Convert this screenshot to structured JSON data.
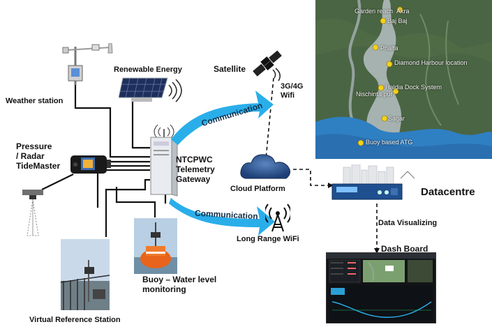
{
  "labels": {
    "weather_station": "Weather station",
    "renewable_energy": "Renewable Energy",
    "satellite": "Satellite",
    "network_3g4g": "3G/4G",
    "network_wifi": "Wifi",
    "pressure_line1": "Pressure",
    "pressure_line2": "/ Radar",
    "pressure_line3": "TideMaster",
    "gateway_line1": "NTCPWC",
    "gateway_line2": "Telemetry",
    "gateway_line3": "Gateway",
    "cloud_platform": "Cloud Platform",
    "datacentre": "Datacentre",
    "communication_top": "Communication",
    "communication_bottom": "Communication",
    "long_range_wifi": "Long Range WiFi",
    "data_visualizing": "Data Visualizing",
    "dash_board": "Dash Board",
    "buoy_line1": "Buoy – Water level",
    "buoy_line2": "monitoring",
    "virtual_reference_station": "Virtual Reference Station"
  },
  "map_pins": [
    "Garden reach",
    "Akra",
    "Baj Baj",
    "Phalta",
    "Diamond Harbour location",
    "Haldia Dock System",
    "Nischinta pur",
    "Sagar",
    "Buoy based ATG"
  ],
  "colors": {
    "arrow_blue": "#2aaeea",
    "pin_yellow": "#f4d21b",
    "cable_black": "#111111"
  }
}
